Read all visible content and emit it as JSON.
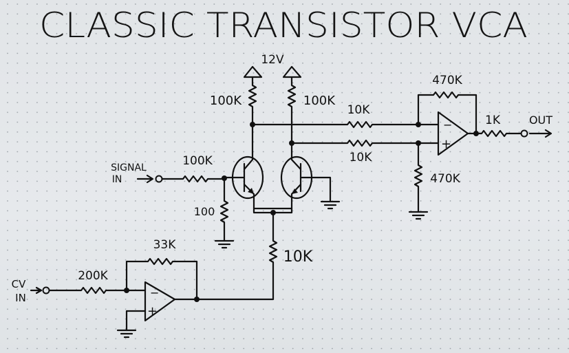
{
  "title": "CLASSIC TRANSISTOR VCA",
  "supply": {
    "label": "12V"
  },
  "inputs": {
    "signal": {
      "line1": "SIGNAL",
      "line2": "IN"
    },
    "cv": {
      "line1": "CV",
      "line2": "IN"
    }
  },
  "output": {
    "label": "OUT"
  },
  "components": {
    "r_collector_left": "100K",
    "r_collector_right": "100K",
    "r_signal_in": "100K",
    "r_signal_shunt": "100",
    "r_tail": "10K",
    "r_diff_top": "10K",
    "r_diff_bottom": "10K",
    "r_feedback_out": "470K",
    "r_ground_out": "470K",
    "r_output": "1K",
    "r_cv_feedback": "33K",
    "r_cv_in": "200K"
  },
  "opamp_symbols": {
    "minus": "−",
    "plus": "+"
  },
  "colors": {
    "ink": "#111111",
    "paper": "#e4e7ea",
    "grid_dot": "#8a9096"
  }
}
